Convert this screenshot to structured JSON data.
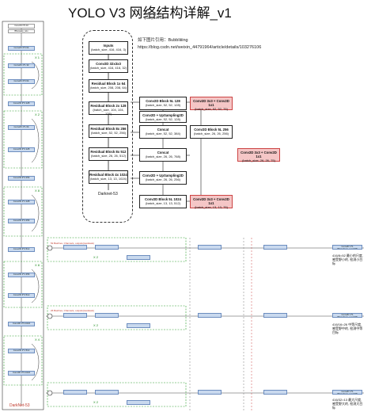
{
  "header": {
    "title": "YOLO V3 网络结构详解_v1",
    "made_by": "made by Qidiz",
    "email": "qidiz@163.com"
  },
  "note": {
    "line1": "如下图片引用：Bubbliiiing",
    "line2": "https://blog.csdn.net/weixin_44791964/article/details/103276106"
  },
  "flow": {
    "blocks": [
      {
        "name": "Inputs",
        "shape": "(batch_size, 416, 416, 3)"
      },
      {
        "name": "Conv2D 32x3x3",
        "shape": "(batch_size, 416, 416, 32)"
      },
      {
        "name": "Residual Block 1x 64",
        "shape": "(batch_size, 208, 208, 64)"
      },
      {
        "name": "Residual Block 2x 128",
        "shape": "(batch_size, 104, 104, 128)"
      },
      {
        "name": "Residual Block 8x 256",
        "shape": "(batch_size, 52, 52, 256)"
      },
      {
        "name": "Residual Block 8x 512",
        "shape": "(batch_size, 26, 26, 512)"
      },
      {
        "name": "Residual Block 4x 1024",
        "shape": "(batch_size, 13, 13, 1024)"
      }
    ],
    "darknet_label": "Darknet-53",
    "mid": [
      {
        "name": "Conv2D Block 5L 128",
        "shape": "(batch_size, 52, 52, 128)"
      },
      {
        "name": "Concat",
        "shape": "(batch_size, 52, 52, 384)"
      },
      {
        "name": "Concat",
        "shape": "(batch_size, 26, 26, 768)"
      },
      {
        "name": "Conv2D + UpSampling2D",
        "shape": "(batch_size, 26, 26, 256)"
      },
      {
        "name": "Conv2D Block 5L 1024",
        "shape": "(batch_size, 13, 13, 512)"
      }
    ],
    "mid2": [
      {
        "name": "Conv2D + UpSampling2D",
        "shape": "(batch_size, 52, 52, 128)"
      },
      {
        "name": "Conv2D Block 5L 256",
        "shape": "(batch_size, 26, 26, 256)"
      }
    ],
    "outputs": [
      {
        "name": "Conv2D 3x3 + Conv2D 1x1",
        "shape": "(batch_size, 52, 52, 75)"
      },
      {
        "name": "Conv2D 3x3 + Conv2D 1x1",
        "shape": "(batch_size, 26, 26, 75)"
      },
      {
        "name": "Conv2D 3x3 + Conv2D 1x1",
        "shape": "(batch_size, 13, 13, 75)"
      }
    ]
  },
  "left_column": {
    "blocks": [
      "Conv2D 3*3 32",
      "BN+leaky_relu",
      "Conv2D 3*3 64",
      "Conv2D 1*1 32",
      "Conv2D 3*3 64",
      "Conv2D 3*3 128",
      "Conv2D 1*1 64",
      "Conv2D 3*3 128",
      "Conv2D 3*3 256",
      "Conv2D 1*1 128",
      "Conv2D 3*3 256",
      "Conv2D 3*3 512",
      "Conv2D 1*1 256",
      "Conv2D 3*3 512",
      "Conv2D 3*3 1024",
      "Conv2D 1*1 512",
      "Conv2D 3*3 1024"
    ],
    "repeat_labels": [
      "X 1",
      "X 2",
      "X 8",
      "X 8",
      "X 4"
    ],
    "bottom_label": "DarkNet-53"
  },
  "right_area": {
    "red_notes": [
      "52 Batches, Channels, outputs(residuals)",
      "26 Batches, Channels, outputs(residuals)"
    ],
    "x_labels": [
      "X 2",
      "X 2",
      "X 2"
    ],
    "comments": [
      "416/8=52 最小的尺度, 感受野小的, 检测小目标",
      "416/16=26 中等尺度, 感受野中的, 检测中等目标",
      "416/32=13 最大尺度, 感受野大的, 检测大目标"
    ],
    "output_label": "Conv2D 1*1 75(anchors_num*25)"
  }
}
